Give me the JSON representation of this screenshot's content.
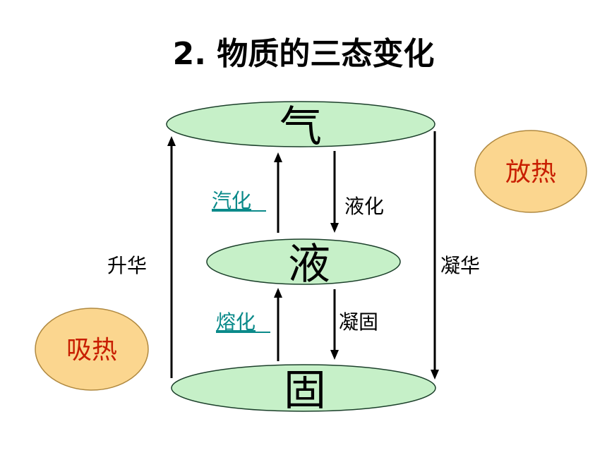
{
  "title": "2. 物质的三态变化",
  "states": {
    "gas": "气",
    "liquid": "液",
    "solid": "固"
  },
  "transitions": {
    "vaporization": "汽化",
    "liquefaction": "液化",
    "melting": "熔化",
    "solidification": "凝固",
    "sublimation": "升华",
    "deposition": "凝华"
  },
  "badges": {
    "release_heat": "放热",
    "absorb_heat": "吸热"
  },
  "colors": {
    "ellipse_fill": "#c6f0c8",
    "ellipse_stroke": "#1b3f2a",
    "badge_fill": "#fbd68f",
    "badge_stroke": "#b08940",
    "badge_text": "#c81e00",
    "link_text": "#0b8a8a"
  }
}
